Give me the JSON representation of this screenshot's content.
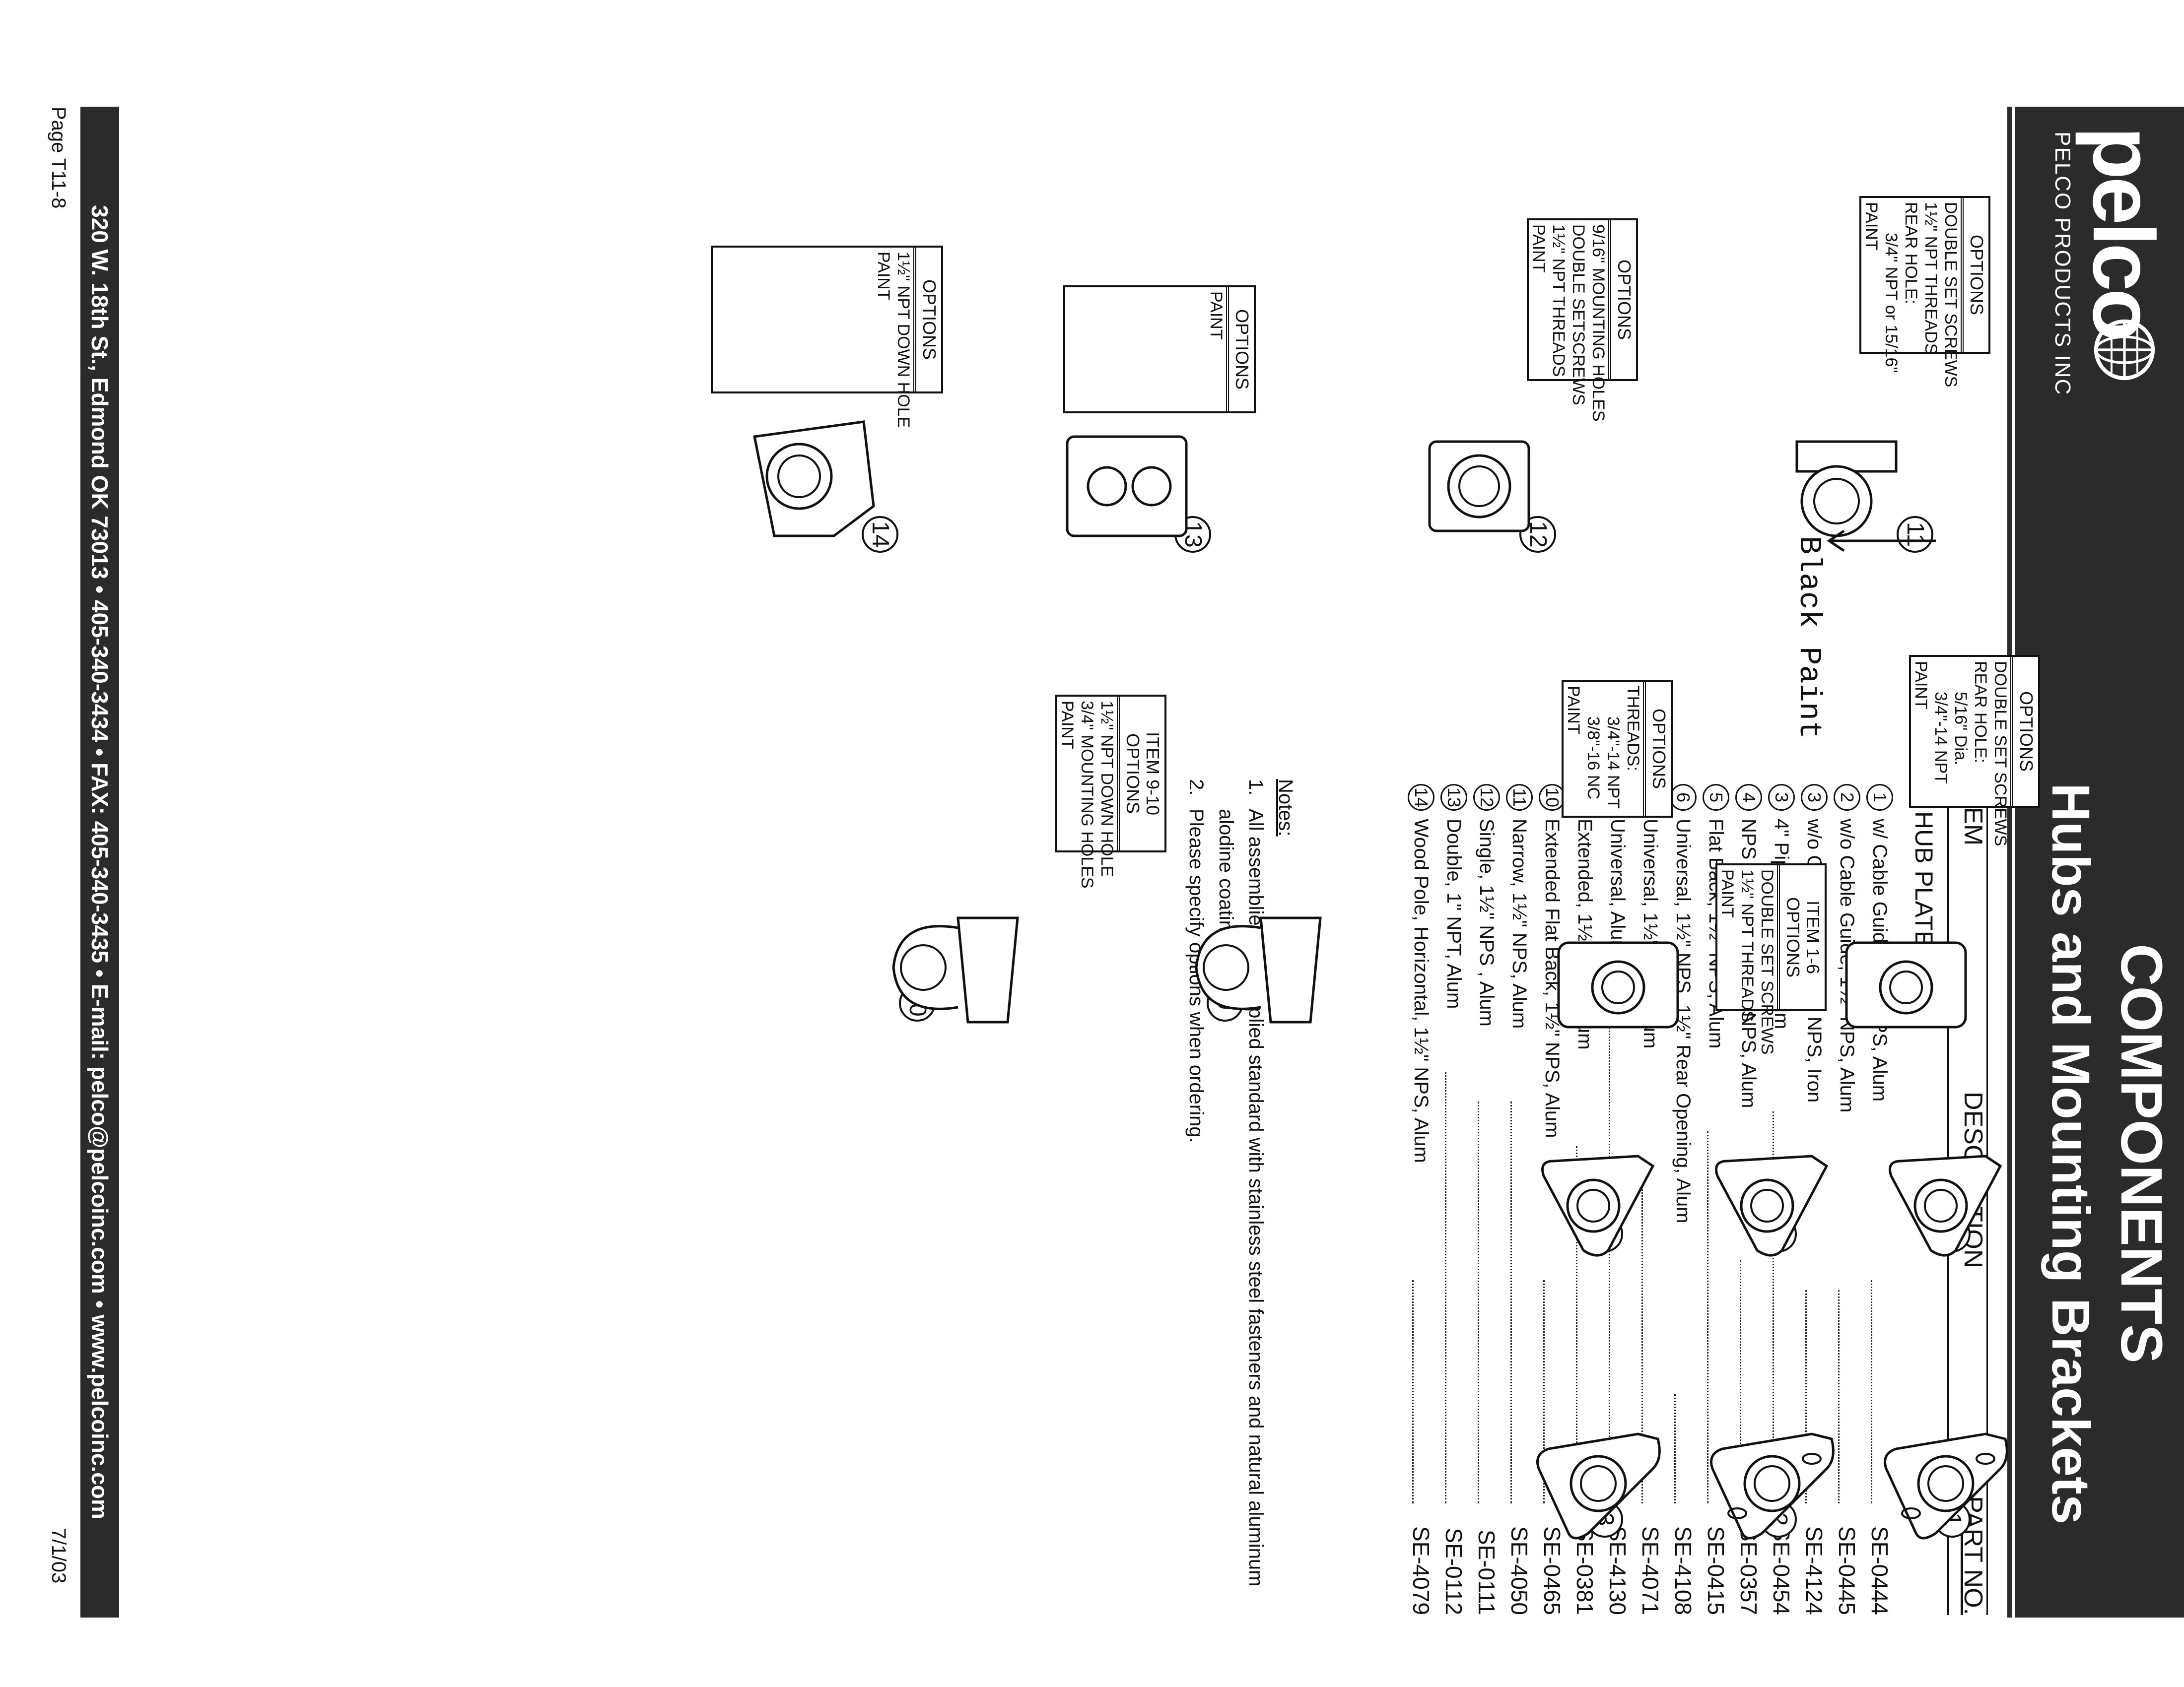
{
  "brand": {
    "name": "pelco",
    "subtitle": "PELCO PRODUCTS INC"
  },
  "header": {
    "title": "COMPONENTS",
    "subtitle": "Hubs and Mounting Brackets"
  },
  "table": {
    "headers": {
      "item": "ITEM",
      "description": "DESCRIPTION",
      "part_no": "PART NO."
    },
    "section": "HUB PLATE:",
    "rows": [
      {
        "item": "1",
        "description": "w/ Cable Guide, 1½\" NPS, Alum",
        "part_no": "SE-0444"
      },
      {
        "item": "2",
        "description": "w/o Cable Guide, 1½\" NPS, Alum",
        "part_no": "SE-0445"
      },
      {
        "item": "3",
        "description": "w/o Cable Guide, 1½\" NPS, Iron",
        "part_no": "SE-4124"
      },
      {
        "item": "3",
        "description": "4\" Pipe, 1½\" NPS, Alum",
        "part_no": "SE-0454"
      },
      {
        "item": "4",
        "description": "NPS Large Pole, 1½\" NPS, Alum",
        "part_no": "SE-0357"
      },
      {
        "item": "5",
        "description": "Flat Back, 1½\" NPS, Alum",
        "part_no": "SE-0415"
      },
      {
        "item": "6",
        "description": "Universal, 1½\" NPS, 1½\" Rear Opening, Alum",
        "part_no": "SE-4108"
      },
      {
        "item": "7",
        "description": "Universal, 1½\" NPS, Alum",
        "part_no": "SE-4071"
      },
      {
        "item": "8",
        "description": "Universal, Alum",
        "part_no": "SE-4130"
      },
      {
        "item": "9",
        "description": "Extended, 1½\" NPS, Alum",
        "part_no": "SE-0381"
      },
      {
        "item": "10",
        "description": "Extended Flat Back, 1½\" NPS, Alum",
        "part_no": "SE-0465"
      },
      {
        "item": "11",
        "description": "Narrow, 1½\" NPS, Alum",
        "part_no": "SE-4050"
      },
      {
        "item": "12",
        "description": "Single, 1½\" NPS , Alum",
        "part_no": "SE-0111"
      },
      {
        "item": "13",
        "description": "Double, 1\" NPT, Alum",
        "part_no": "SE-0112"
      },
      {
        "item": "14",
        "description": "Wood Pole, Horizontal, 1½\" NPS, Alum",
        "part_no": "SE-4079"
      }
    ]
  },
  "notes": {
    "title": "Notes:",
    "items": [
      {
        "num": "1.",
        "text": "All assemblies are supplied standard with stainless steel fasteners and natural aluminum alodine coating."
      },
      {
        "num": "2.",
        "text": "Please specify options when ordering."
      }
    ]
  },
  "figures": [
    "1",
    "2",
    "3",
    "4",
    "5",
    "6",
    "7",
    "8",
    "9",
    "10",
    "11",
    "12",
    "13",
    "14"
  ],
  "option_boxes": {
    "items_1_6": {
      "title": "ITEM 1-6 OPTIONS",
      "lines": [
        "DOUBLE SET SCREWS",
        "1½\" NPT THREADS",
        "PAINT"
      ]
    },
    "item_7": {
      "title": "OPTIONS",
      "lines": [
        "DOUBLE SET SCREWS",
        "REAR HOLE:",
        "5/16\" Dia.",
        "3/4\"-14 NPT",
        "PAINT"
      ]
    },
    "item_8": {
      "title": "OPTIONS",
      "lines": [
        "THREADS:",
        "3/4\"-14 NPT",
        "3/8\"-16 NC",
        "PAINT"
      ]
    },
    "items_9_10": {
      "title": "ITEM 9-10 OPTIONS",
      "lines": [
        "1½\" NPT DOWN HOLE",
        "3/4\" MOUNTING HOLES",
        "PAINT"
      ]
    },
    "item_11": {
      "title": "OPTIONS",
      "lines": [
        "DOUBLE SET SCREWS",
        "1½\" NPT THREADS",
        "REAR HOLE:",
        "3/4\" NPT or 15/16\"",
        "PAINT"
      ]
    },
    "item_12": {
      "title": "OPTIONS",
      "lines": [
        "9/16\" MOUNTING HOLES",
        "DOUBLE SETSCREWS",
        "1½\" NPT THREADS",
        "PAINT"
      ]
    },
    "item_13": {
      "title": "OPTIONS",
      "lines": [
        "PAINT"
      ]
    },
    "item_14": {
      "title": "OPTIONS",
      "lines": [
        "1½\" NPT DOWN HOLE",
        "PAINT"
      ]
    }
  },
  "annotation": "Black Paint",
  "footer": {
    "address": "320 W. 18th St., Edmond OK 73013 • 405-340-3434 • FAX: 405-340-3435 • E-mail: pelco@pelcoinc.com • www.pelcoinc.com",
    "page": "Page T11-8",
    "date": "7/1/03"
  },
  "colors": {
    "band": "#2b2b2b",
    "paper": "#ffffff",
    "ink": "#111111"
  }
}
